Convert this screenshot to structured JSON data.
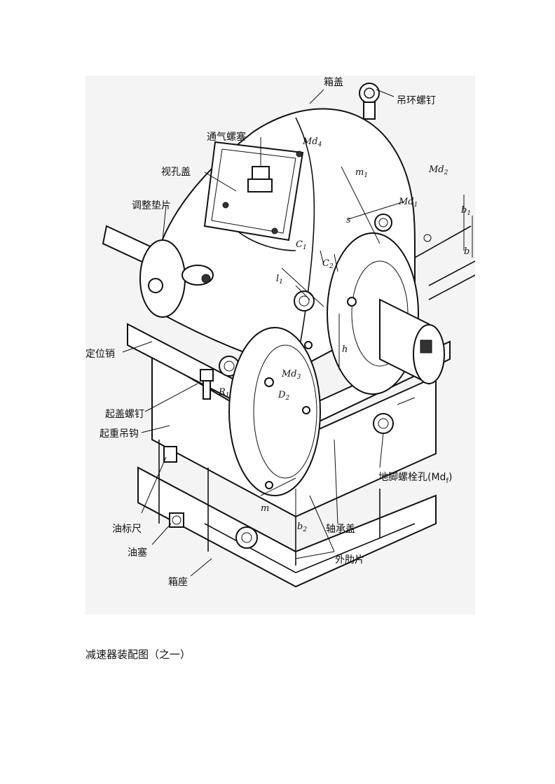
{
  "figure": {
    "labels": {
      "box_cover": "箱盖",
      "lifting_eye_screw": "吊环螺钉",
      "vent_plug": "通气螺塞",
      "sight_hole_cover": "视孔盖",
      "adjusting_shim": "调整垫片",
      "locating_pin": "定位销",
      "cover_jack_screw": "起盖螺钉",
      "lifting_hook": "起重吊钩",
      "oil_dipstick": "油标尺",
      "oil_plug": "油塞",
      "box_base": "箱座",
      "outer_rib": "外肋片",
      "bearing_cover": "轴承盖",
      "foundation_bolt_hole": "地脚螺栓孔(Md",
      "foundation_bolt_hole_sub": "f",
      "foundation_bolt_hole_close": ")"
    },
    "symbols": {
      "md4": "Md",
      "md4_sub": "4",
      "md2": "Md",
      "md2_sub": "2",
      "md1": "Md",
      "md1_sub": "1",
      "md3": "Md",
      "md3_sub": "3",
      "m1": "m",
      "m1_sub": "1",
      "s": "s",
      "c1": "C",
      "c1_sub": "1",
      "c2": "C",
      "c2_sub": "2",
      "l1": "l",
      "l1_sub": "1",
      "h": "h",
      "r1": "R",
      "r1_sub": "1",
      "d2": "D",
      "d2_sub": "2",
      "m": "m",
      "b1": "b",
      "b1_sub": "1",
      "b": "b",
      "b2": "b",
      "b2_sub": "2"
    }
  },
  "caption": "减速器装配图（之一）"
}
